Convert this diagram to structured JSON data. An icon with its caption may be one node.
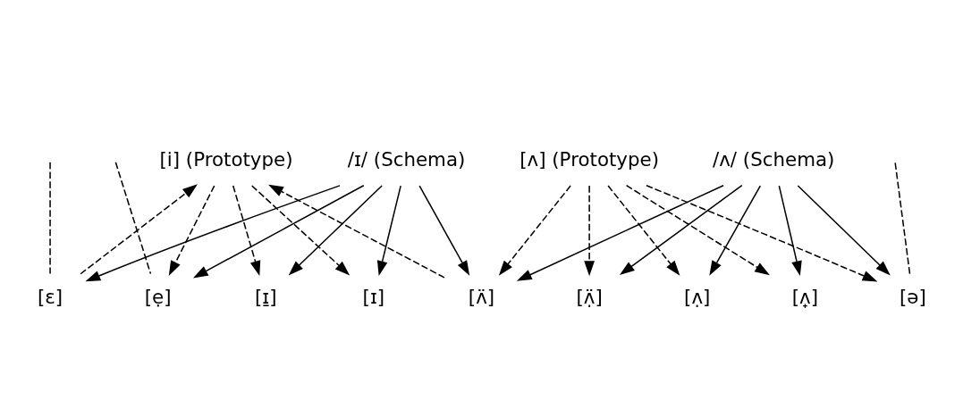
{
  "diagram": {
    "nodes": [
      {
        "text": [
          "/ɪ/ (Schema)"
        ]
      },
      {
        "text": [
          "/ʌ/ (Schema)"
        ]
      },
      {
        "text": [
          "[i] (Prototype)"
        ]
      },
      {
        "text": [
          "[ʌ] (Prototype)"
        ]
      },
      {
        "text": [
          "[ɛ]"
        ]
      },
      {
        "text": [
          "[ẹ]"
        ]
      },
      {
        "text": [
          "[ɪ̱]"
        ]
      },
      {
        "text": [
          "[ɪ]"
        ]
      },
      {
        "text": [
          "[ʌ̈]"
        ]
      },
      {
        "text": [
          "[ʌ̣̈]"
        ]
      },
      {
        "text": [
          "[ʌ̣]"
        ]
      },
      {
        "text": [
          "[ʌ̟]"
        ]
      },
      {
        "text": [
          "[ə]"
        ]
      }
    ],
    "edges": [
      {
        "from": 0,
        "to": 4,
        "arrow": "to"
      },
      {
        "from": 0,
        "to": 5,
        "arrow": "to"
      },
      {
        "from": 0,
        "to": 6,
        "arrow": "to"
      },
      {
        "from": 0,
        "to": 7,
        "arrow": "to"
      },
      {
        "from": 0,
        "to": 8,
        "arrow": "to"
      },
      {
        "from": 1,
        "to": 8,
        "arrow": "to"
      },
      {
        "from": 1,
        "to": 9,
        "arrow": "to"
      },
      {
        "from": 1,
        "to": 10,
        "arrow": "to"
      },
      {
        "from": 1,
        "to": 11,
        "arrow": "to"
      },
      {
        "from": 1,
        "to": 12,
        "arrow": "to"
      },
      {
        "from": 4,
        "to": 2,
        "arrow": "to",
        "style": "dashed"
      },
      {
        "from": 2,
        "to": 5,
        "arrow": "to",
        "style": "dashed"
      },
      {
        "from": 2,
        "to": 6,
        "arrow": "to",
        "style": "dashed"
      },
      {
        "from": 2,
        "to": 7,
        "arrow": "to",
        "style": "dashed"
      },
      {
        "from": 8,
        "to": 2,
        "arrow": "to",
        "style": "dashed"
      },
      {
        "from": 3,
        "to": 8,
        "arrow": "to",
        "style": "dashed"
      },
      {
        "from": 3,
        "to": 9,
        "arrow": "to",
        "style": "dashed"
      },
      {
        "from": 3,
        "to": 10,
        "arrow": "to",
        "style": "dashed"
      },
      {
        "from": 3,
        "to": 11,
        "arrow": "to",
        "style": "dashed"
      },
      {
        "from": 3,
        "to": 12,
        "arrow": "to",
        "style": "dashed"
      },
      {
        "from": null,
        "to": 4,
        "arrow": "none",
        "style": "dashed"
      },
      {
        "from": null,
        "to": 5,
        "arrow": "none",
        "style": "dashed"
      },
      {
        "from": 12,
        "to": null,
        "arrow": "none",
        "style": "dashed"
      }
    ]
  }
}
